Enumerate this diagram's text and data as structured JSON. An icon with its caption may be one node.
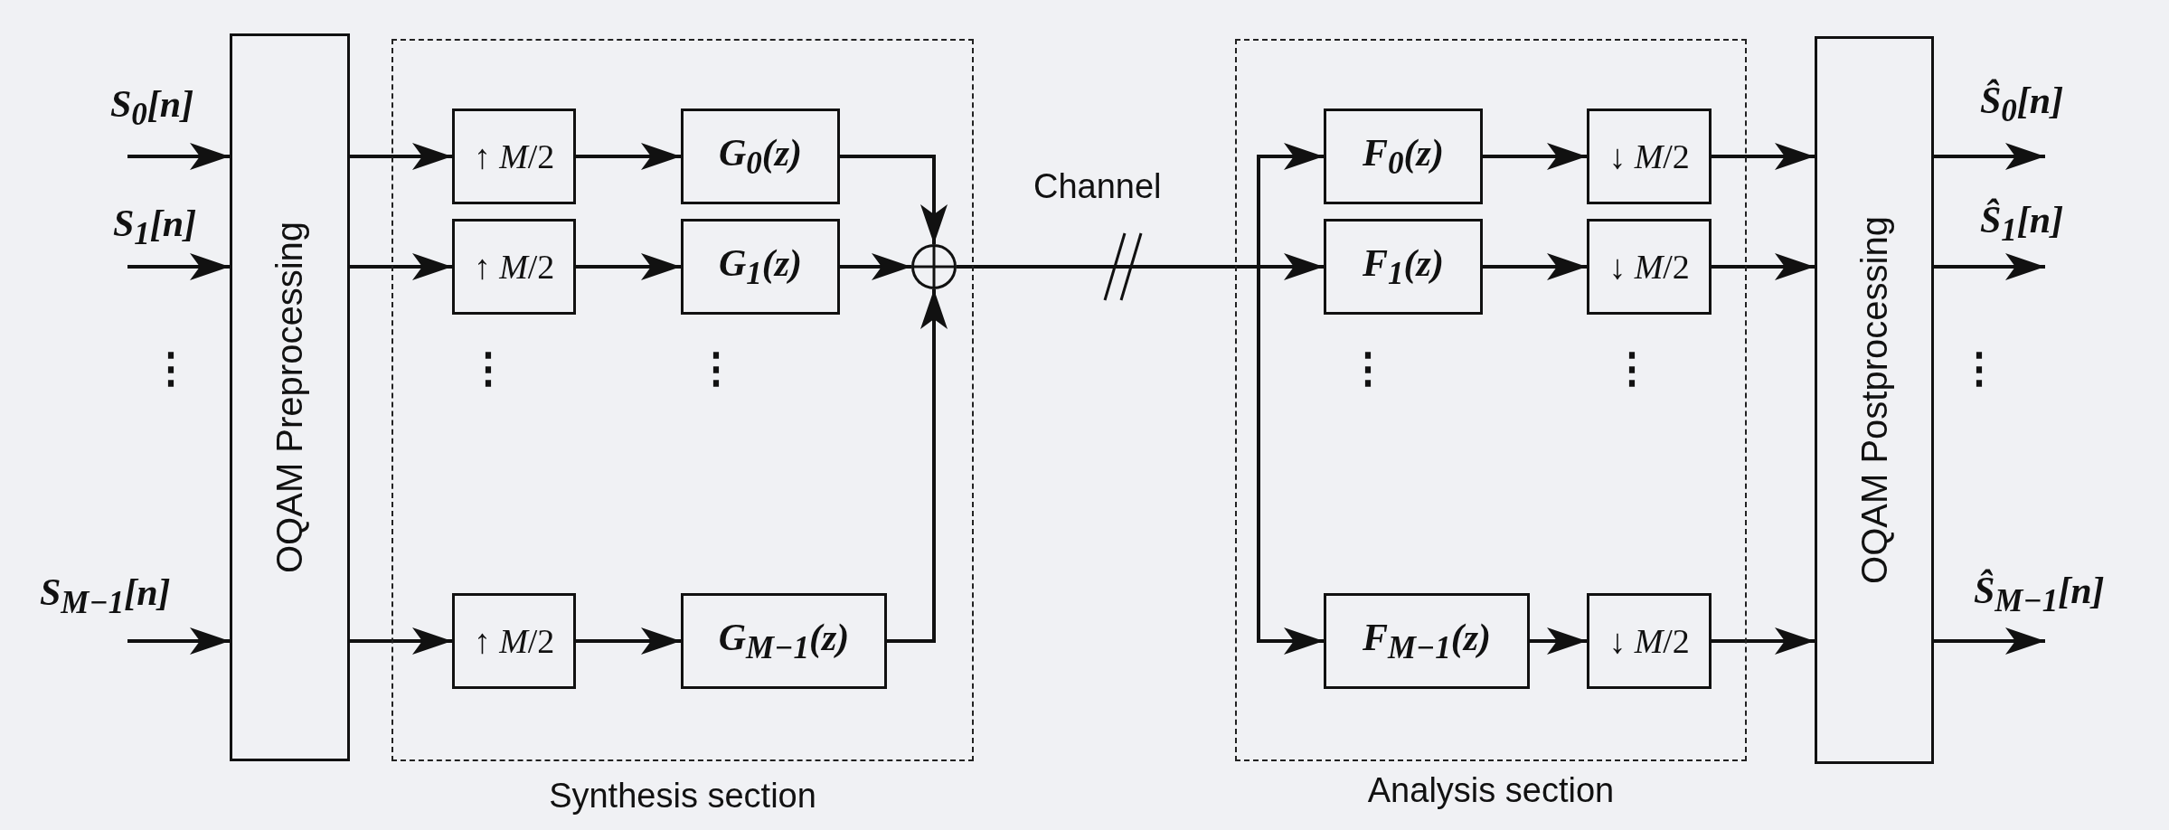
{
  "diagram": {
    "nodes": [
      {
        "text": [
          "OQAM Preprocessing"
        ]
      },
      {
        "text": [
          "Synthesis section"
        ]
      },
      {
        "text": [
          "↑ *M*/2"
        ],
        "in": 1
      },
      {
        "text": [
          "G$_{0}$(z)"
        ],
        "in": 1
      },
      {
        "text": [
          "↑ *M*/2"
        ],
        "in": 1
      },
      {
        "text": [
          "G$_{1}$(z)"
        ],
        "in": 1
      },
      {
        "text": [
          "↑ *M*/2"
        ],
        "in": 1
      },
      {
        "text": [
          "G$_{M−1}$(z)"
        ],
        "in": 1
      },
      {
        "text": [],
        "shape": "circle",
        "in": 1
      },
      {
        "text": [
          "Analysis section"
        ]
      },
      {
        "text": [
          "F$_{0}$(z)"
        ],
        "in": 9
      },
      {
        "text": [
          "↓ *M*/2"
        ],
        "in": 9
      },
      {
        "text": [
          "F$_{1}$(z)"
        ],
        "in": 9
      },
      {
        "text": [
          "↓ *M*/2"
        ],
        "in": 9
      },
      {
        "text": [
          "F$_{M−1}$(z)"
        ],
        "in": 9
      },
      {
        "text": [
          "↓ *M*/2"
        ],
        "in": 9
      },
      {
        "text": [
          "OQAM Postprocessing"
        ]
      },
      {
        "text": [
          "S$_{0}$[n]"
        ]
      },
      {
        "text": [
          "S$_{1}$[n]"
        ]
      },
      {
        "text": [
          "S$_{M−1}$[n]"
        ]
      },
      {
        "text": [
          "Ŝ$_{0}$[n]"
        ]
      },
      {
        "text": [
          "Ŝ$_{1}$[n]"
        ]
      },
      {
        "text": [
          "Ŝ$_{M−1}$[n]"
        ]
      }
    ],
    "edges": [
      {
        "from": 17,
        "to": 0,
        "arrow": "to"
      },
      {
        "from": 18,
        "to": 0,
        "arrow": "to"
      },
      {
        "from": 19,
        "to": 0,
        "arrow": "to"
      },
      {
        "from": 0,
        "to": 2,
        "arrow": "to"
      },
      {
        "from": 0,
        "to": 4,
        "arrow": "to"
      },
      {
        "from": 0,
        "to": 6,
        "arrow": "to"
      },
      {
        "from": 2,
        "to": 3,
        "arrow": "to"
      },
      {
        "from": 4,
        "to": 5,
        "arrow": "to"
      },
      {
        "from": 6,
        "to": 7,
        "arrow": "to"
      },
      {
        "from": 3,
        "to": 8,
        "arrow": "to"
      },
      {
        "from": 5,
        "to": 8,
        "arrow": "to"
      },
      {
        "from": 7,
        "to": 8,
        "arrow": "to"
      },
      {
        "from": 8,
        "to": 10,
        "arrow": "to",
        "label": "Channel"
      },
      {
        "from": 8,
        "to": 12,
        "arrow": "to"
      },
      {
        "from": 8,
        "to": 14,
        "arrow": "to"
      },
      {
        "from": 10,
        "to": 11,
        "arrow": "to"
      },
      {
        "from": 12,
        "to": 13,
        "arrow": "to"
      },
      {
        "from": 14,
        "to": 15,
        "arrow": "to"
      },
      {
        "from": 11,
        "to": 16,
        "arrow": "to"
      },
      {
        "from": 13,
        "to": 16,
        "arrow": "to"
      },
      {
        "from": 15,
        "to": 16,
        "arrow": "to"
      },
      {
        "from": 16,
        "to": 20,
        "arrow": "to"
      },
      {
        "from": 16,
        "to": 21,
        "arrow": "to"
      },
      {
        "from": 16,
        "to": 22,
        "arrow": "to"
      }
    ],
    "labels": [
      "⋮",
      "⋮",
      "⋮",
      "⋮",
      "⋮",
      "⋮"
    ]
  }
}
